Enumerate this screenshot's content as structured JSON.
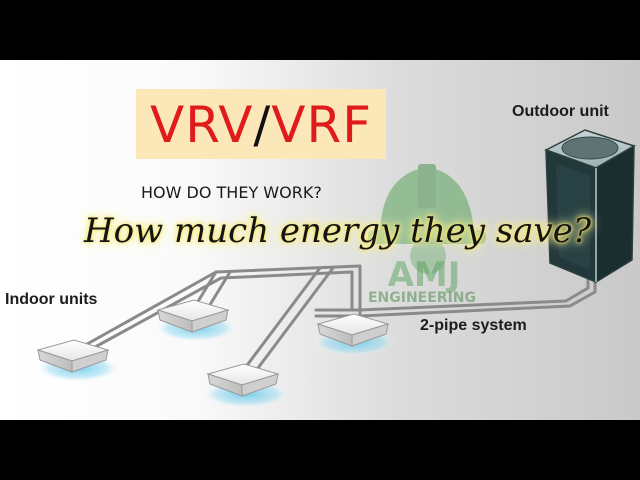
{
  "title": {
    "part1": "VRV",
    "separator": "/",
    "part2": "VRF",
    "background": "#fbe7b8",
    "color": "#e01b1b"
  },
  "subtitle": "HOW DO THEY WORK?",
  "tagline": {
    "text": "How much energy they save?",
    "glow_color": "#f3e46a"
  },
  "labels": {
    "outdoor": "Outdoor unit",
    "indoor": "Indoor units",
    "pipe": "2-pipe system"
  },
  "watermark": {
    "text_main": "AMJ",
    "text_sub": "ENGINEERING",
    "color": "#5aa35c"
  },
  "colors": {
    "outdoor_body": "#22383a",
    "indoor_glow": "#66c8e8",
    "pipe": "#808080"
  }
}
